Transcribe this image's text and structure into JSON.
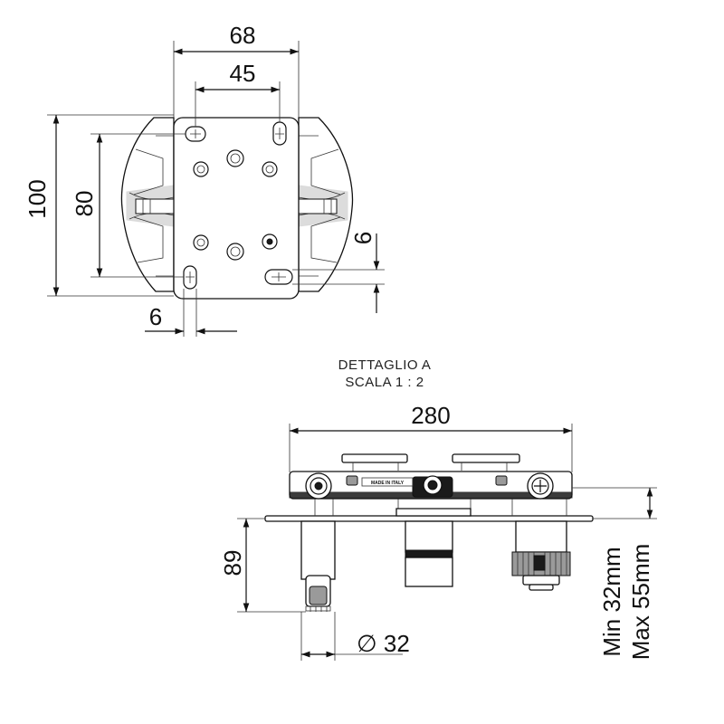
{
  "top_view": {
    "dim_width_outer": "68",
    "dim_width_inner": "45",
    "dim_height_outer": "100",
    "dim_height_inner": "80",
    "dim_slot_right": "6",
    "dim_slot_bottom": "6"
  },
  "detail": {
    "title": "DETTAGLIO A",
    "scale": "SCALA 1 : 2",
    "body_marking": "MADE IN ITALY"
  },
  "front_view": {
    "dim_length": "280",
    "dim_height": "89",
    "dim_diameter": "∅ 32",
    "wall_min": "Min 32mm",
    "wall_max": "Max 55mm"
  }
}
